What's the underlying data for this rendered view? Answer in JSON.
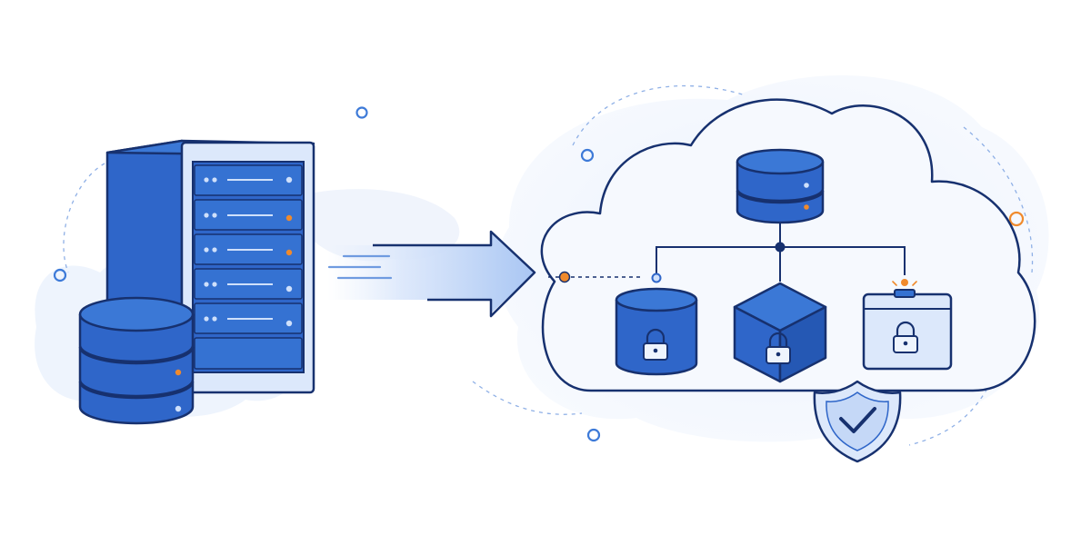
{
  "diagram": {
    "theme": {
      "primary_blue": "#2f6fd0",
      "dark_navy": "#17316f",
      "light_blue": "#dce8fb",
      "accent_orange": "#f08a2c",
      "background": "#ffffff"
    },
    "nodes": [
      {
        "id": "on-prem-server-rack",
        "icon": "server-rack-icon"
      },
      {
        "id": "on-prem-database",
        "icon": "database-icon"
      },
      {
        "id": "cloud",
        "icon": "cloud-icon"
      },
      {
        "id": "cloud-database",
        "icon": "database-icon"
      },
      {
        "id": "encrypted-storage-cylinder",
        "icon": "locked-storage-icon"
      },
      {
        "id": "encrypted-storage-cube",
        "icon": "locked-cube-icon"
      },
      {
        "id": "encrypted-storage-folder",
        "icon": "locked-folder-icon"
      },
      {
        "id": "security-shield",
        "icon": "shield-check-icon"
      }
    ],
    "edges": [
      {
        "from": "on-prem-server-rack",
        "to": "cloud",
        "style": "migration-arrow"
      },
      {
        "from": "cloud-database",
        "to": "encrypted-storage-cylinder"
      },
      {
        "from": "cloud-database",
        "to": "encrypted-storage-cube"
      },
      {
        "from": "cloud-database",
        "to": "encrypted-storage-folder"
      }
    ]
  }
}
